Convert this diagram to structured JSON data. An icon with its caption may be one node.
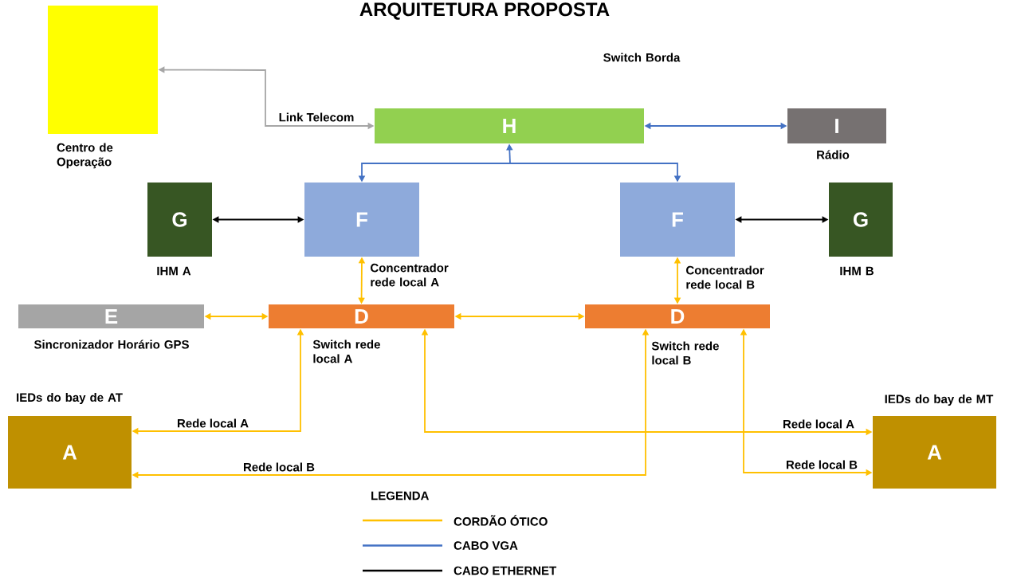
{
  "diagram": {
    "title": "ARQUITETURA PROPOSTA",
    "nodes": [
      {
        "text": [],
        "shape": "box",
        "beside": [
          "Centro de Operação"
        ]
      },
      {
        "text": [
          "H"
        ],
        "beside": [
          "Switch Borda"
        ]
      },
      {
        "text": [
          "I"
        ],
        "beside": [
          "Rádio"
        ]
      },
      {
        "text": [
          "G"
        ],
        "beside": [
          "IHM A"
        ]
      },
      {
        "text": [
          "F"
        ],
        "beside": [
          "Concentrador rede local A"
        ]
      },
      {
        "text": [
          "F"
        ],
        "beside": [
          "Concentrador rede  local B"
        ]
      },
      {
        "text": [
          "G"
        ],
        "beside": [
          "IHM B"
        ]
      },
      {
        "text": [
          "E"
        ],
        "beside": [
          "Sincronizador Horário GPS"
        ]
      },
      {
        "text": [
          "D"
        ],
        "beside": [
          "Switch  rede local A"
        ]
      },
      {
        "text": [
          "D"
        ],
        "beside": [
          "Switch  rede local B"
        ]
      },
      {
        "text": [
          "A"
        ],
        "beside": [
          "IEDs do bay de AT"
        ]
      },
      {
        "text": [
          "A"
        ],
        "beside": [
          "IEDs do bay de MT"
        ]
      }
    ],
    "edges": [
      {
        "from": 1,
        "to": 0,
        "arrow": "both",
        "label": "Link Telecom",
        "color": "#a6a6a6"
      },
      {
        "from": 1,
        "to": 2,
        "arrow": "both",
        "color": "#4472c4"
      },
      {
        "from": 1,
        "to": 4,
        "arrow": "both",
        "color": "#4472c4"
      },
      {
        "from": 1,
        "to": 5,
        "arrow": "both",
        "color": "#4472c4"
      },
      {
        "from": 3,
        "to": 4,
        "arrow": "both",
        "color": "#000000"
      },
      {
        "from": 5,
        "to": 6,
        "arrow": "both",
        "color": "#000000"
      },
      {
        "from": 4,
        "to": 8,
        "arrow": "both"
      },
      {
        "from": 5,
        "to": 9,
        "arrow": "both"
      },
      {
        "from": 7,
        "to": 8,
        "arrow": "both"
      },
      {
        "from": 8,
        "to": 9,
        "arrow": "both"
      },
      {
        "from": 8,
        "to": 10,
        "arrow": "both",
        "label": "Rede local A"
      },
      {
        "from": 9,
        "to": 10,
        "arrow": "both",
        "label": "Rede local B"
      },
      {
        "from": 8,
        "to": 11,
        "arrow": "both",
        "label": "Rede local A"
      },
      {
        "from": 9,
        "to": 11,
        "arrow": "both",
        "label": "Rede local B"
      }
    ],
    "labels": [
      "LEGENDA"
    ],
    "legend": [
      {
        "text": "CORDÃO ÓTICO"
      },
      {
        "text": "CABO VGA"
      },
      {
        "text": "CABO ETHERNET"
      }
    ]
  }
}
